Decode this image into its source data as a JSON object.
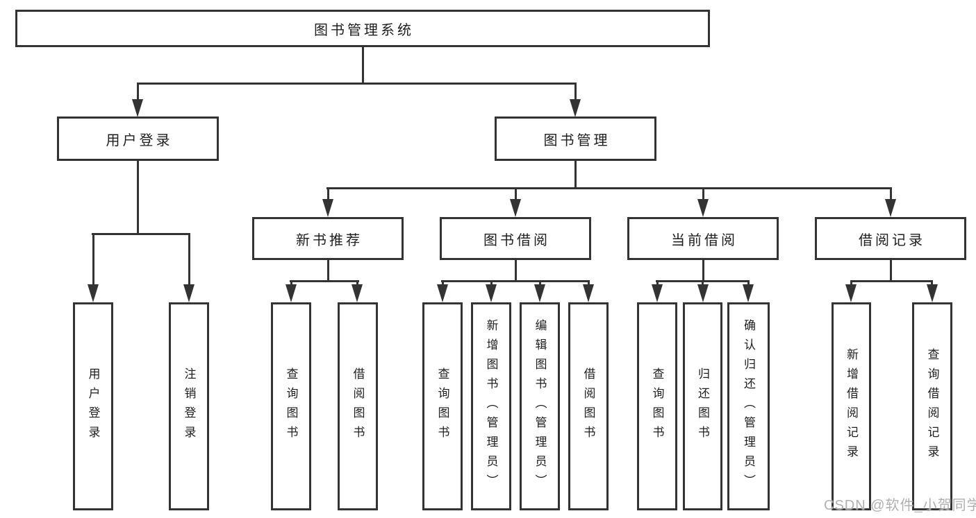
{
  "diagram_type": "hierarchy-tree",
  "colors": {
    "background": "#ffffff",
    "box_border": "#333333",
    "connector": "#333333",
    "text": "#1e1e1e",
    "watermark": "#acacac"
  },
  "nodes": {
    "root": "图书管理系统",
    "user_login": "用户登录",
    "book_mgmt": "图书管理",
    "new_rec": "新书推荐",
    "book_borrow": "图书借阅",
    "current_borrow": "当前借阅",
    "borrow_records": "借阅记录"
  },
  "leaves": {
    "user_login": [
      "用户登录",
      "注销登录"
    ],
    "new_rec": [
      "查询图书",
      "借阅图书"
    ],
    "book_borrow": [
      "查询图书",
      "新增图书（管理员）",
      "编辑图书（管理员）",
      "借阅图书"
    ],
    "current_borrow": [
      "查询图书",
      "归还图书",
      "确认归还（管理员）"
    ],
    "borrow_records": [
      "新增借阅记录",
      "查询借阅记录"
    ]
  },
  "watermark": {
    "text": "CSDN @软件_小贺同学"
  }
}
